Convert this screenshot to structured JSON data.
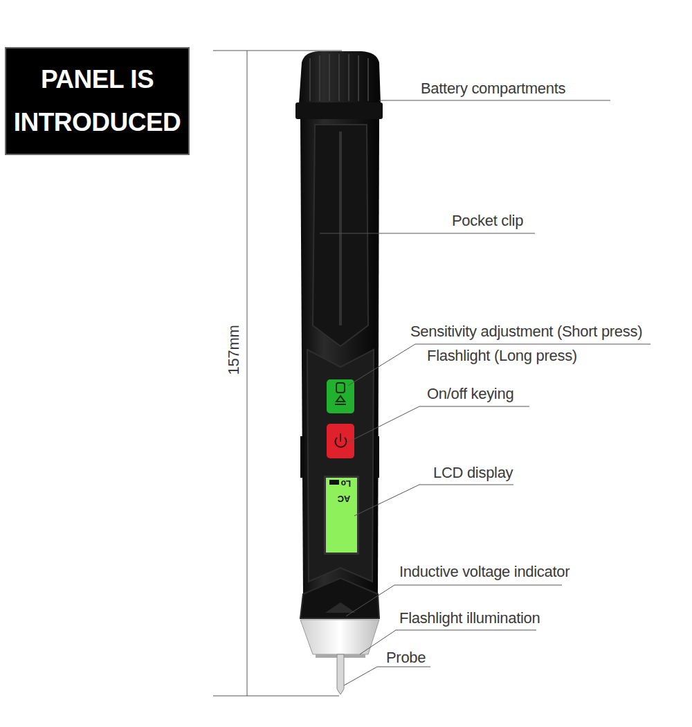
{
  "diagram": {
    "nodes": [
      {
        "text": [
          "PANEL IS INTRODUCED"
        ]
      }
    ],
    "labels": [
      "Battery compartments",
      "Pocket clip",
      "Sensitivity adjustment (Short press)",
      "Flashlight (Long press)",
      "On/off keying",
      "LCD display",
      "Inductive voltage indicator",
      "Flashlight illumination",
      "Probe",
      "157mm",
      "Lo",
      "AC"
    ]
  }
}
